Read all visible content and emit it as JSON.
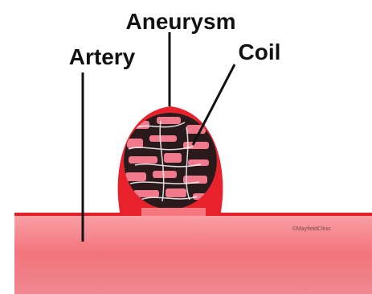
{
  "labels": {
    "aneurysm": "Aneurysm",
    "artery": "Artery",
    "coil": "Coil"
  },
  "copyright": "©MayfieldClinic",
  "colors": {
    "artery_fill": "#f4777f",
    "artery_edge": "#e2202a",
    "aneurysm_wall": "#e8212b",
    "coil_dark": "#2a1a1c",
    "coil_pink": "#f07a8c",
    "pointer": "#111111"
  }
}
